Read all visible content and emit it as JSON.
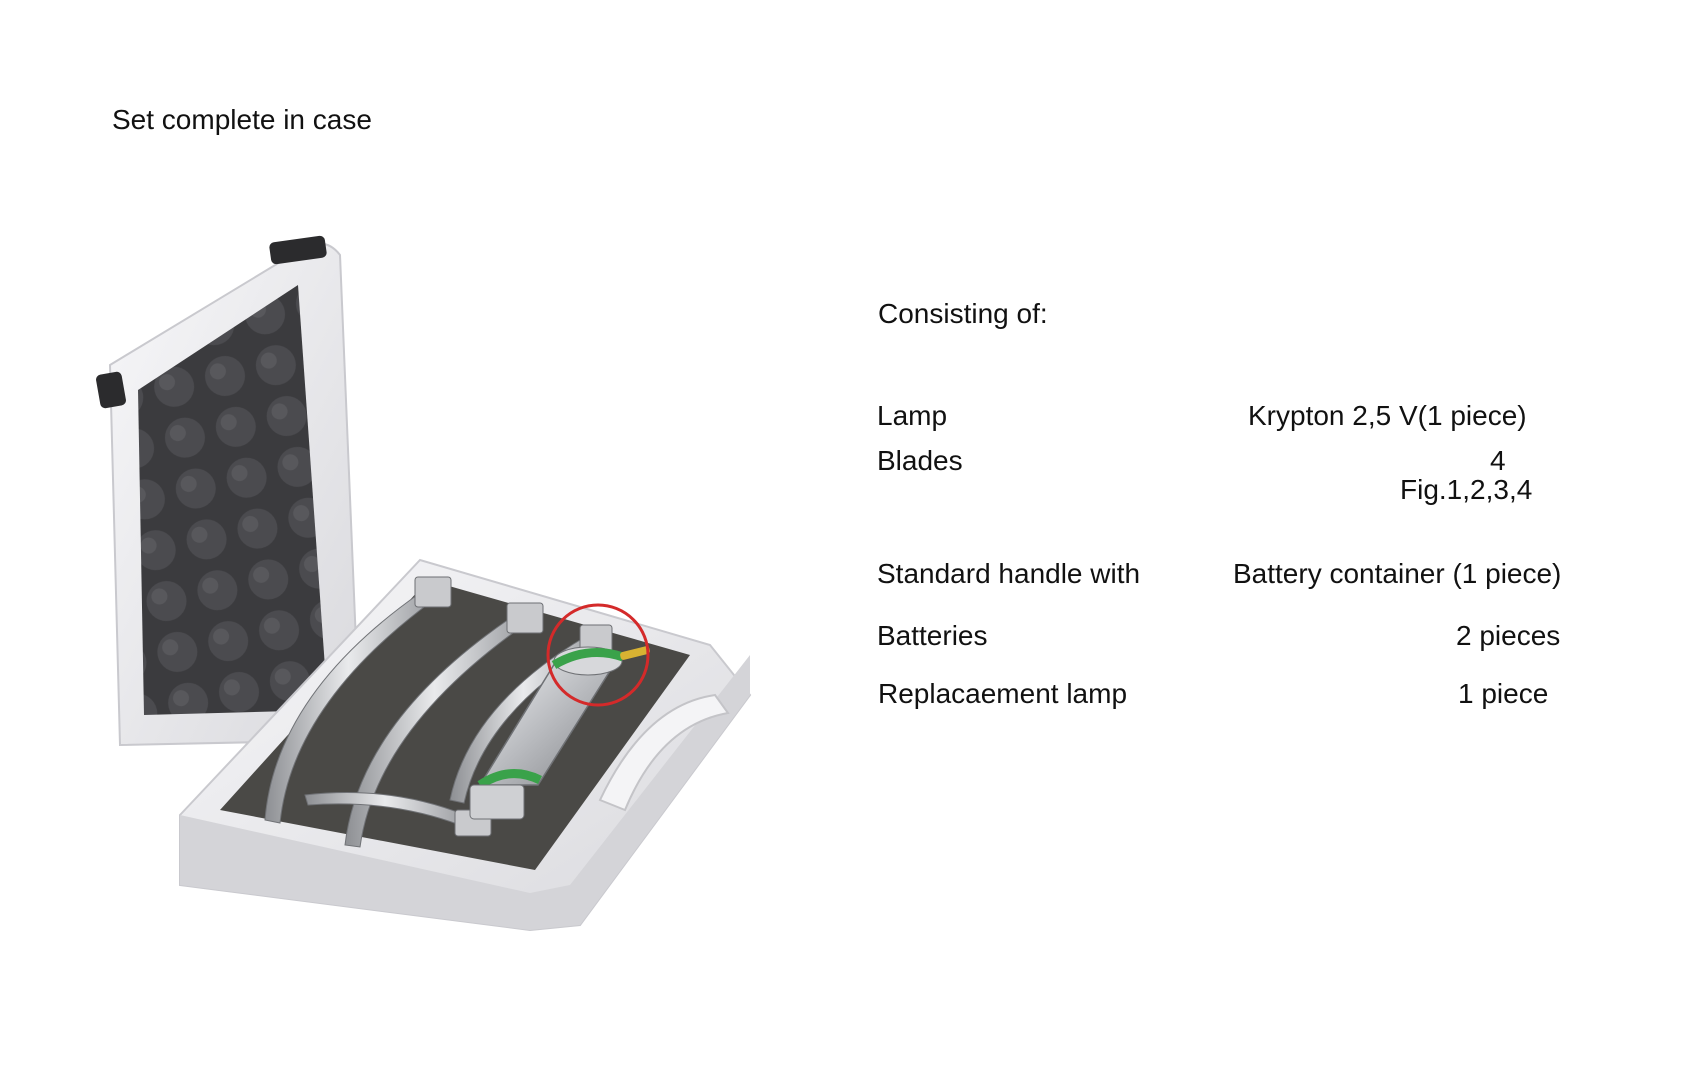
{
  "title": "Set complete in case",
  "consisting_label": "Consisting of:",
  "specs": [
    {
      "label": "Lamp",
      "value": "Krypton 2,5 V(1 piece)"
    },
    {
      "label": "Blades",
      "value": "4",
      "note": "Fig.1,2,3,4"
    },
    {
      "label": "Standard handle with",
      "value": "Battery container (1 piece)"
    },
    {
      "label": "Batteries",
      "value": "2 pieces"
    },
    {
      "label": "Replacaement lamp",
      "value": "1 piece"
    }
  ],
  "colors": {
    "case_shell": "#ececef",
    "foam": "#3b3b3e",
    "tray": "#4a4946",
    "handle_ring": "#3aa24a",
    "highlight_circle": "#d42a2a"
  }
}
